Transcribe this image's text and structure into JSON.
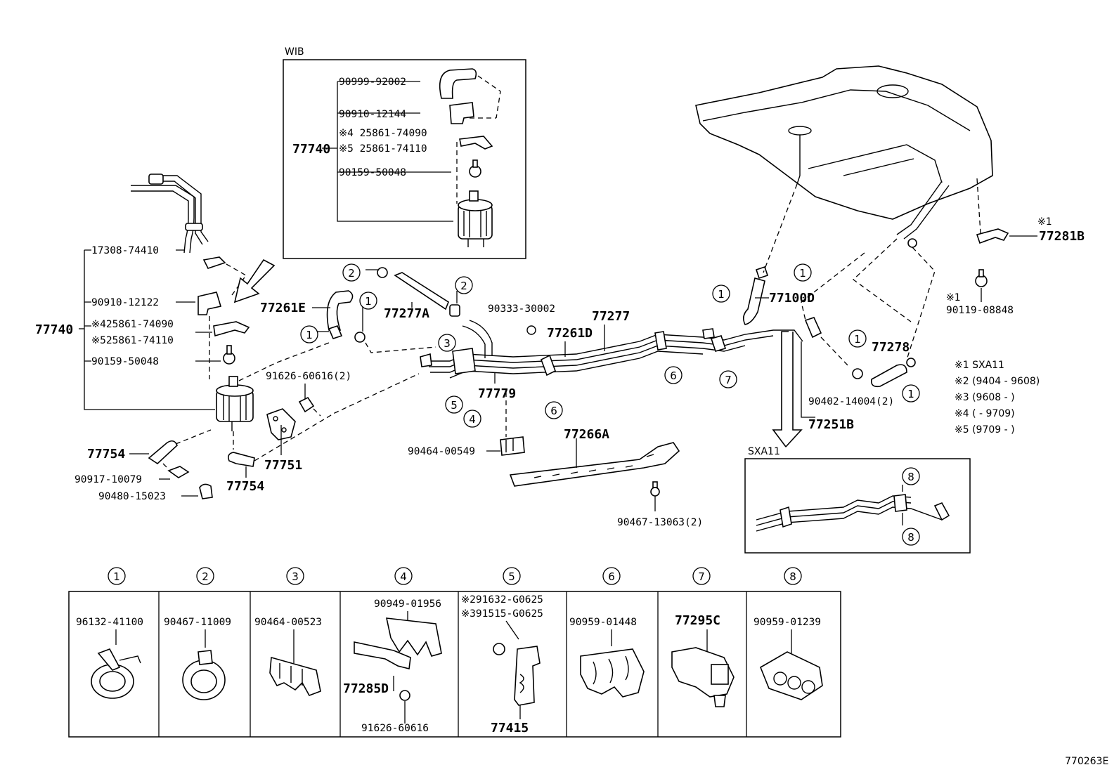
{
  "diagram_id": "770263E",
  "labels": {
    "wib": "WIB",
    "sxa11_box": "SXA11",
    "p_77740_left": "77740",
    "p_17308": "17308-74410",
    "p_90910_12122": "90910-12122",
    "p_25861_74090_l": "※425861-74090",
    "p_25861_74110_l": "※525861-74110",
    "p_90159_l": "90159-50048",
    "p_77261e": "77261E",
    "p_77754_a": "77754",
    "p_77754_b": "77754",
    "p_90917": "90917-10079",
    "p_90480": "90480-15023",
    "p_77751": "77751",
    "p_91626_2": "91626-60616(2)",
    "p_77740_wib": "77740",
    "p_90999": "90999-92002",
    "p_90910_12144": "90910-12144",
    "p_25861_74090_w": "※4 25861-74090",
    "p_25861_74110_w": "※5 25861-74110",
    "p_90159_w": "90159-50048",
    "p_77277a": "77277A",
    "p_90333": "90333-30002",
    "p_77277": "77277",
    "p_77261d": "77261D",
    "p_77779": "77779",
    "p_90464_00549": "90464-00549",
    "p_77266a": "77266A",
    "p_90467_13063": "90467-13063(2)",
    "p_77100d": "77100D",
    "p_77278": "77278",
    "p_90402": "90402-14004(2)",
    "p_77251b": "77251B",
    "p_77281b": "77281B",
    "p_x1_a": "※1",
    "p_x1_b": "※1",
    "p_90119": "90119-08848"
  },
  "legend": [
    "※1  SXA11",
    "※2 (9404 - 9608)",
    "※3 (9608 -      )",
    "※4 (       - 9709)",
    "※5 (9709 -      )"
  ],
  "callouts": [
    "①",
    "②",
    "③",
    "④",
    "⑤",
    "⑥",
    "⑦",
    "⑧"
  ],
  "bottom_table": [
    {
      "num": "①",
      "part": "96132-41100"
    },
    {
      "num": "②",
      "part": "90467-11009"
    },
    {
      "num": "③",
      "part": "90464-00523"
    },
    {
      "num": "④",
      "part": "90949-01956",
      "part2": "77285D",
      "part3": "91626-60616"
    },
    {
      "num": "⑤",
      "part": "※291632-G0625",
      "part2": "※391515-G0625",
      "part3": "77415"
    },
    {
      "num": "⑥",
      "part": "90959-01448"
    },
    {
      "num": "⑦",
      "part": "77295C"
    },
    {
      "num": "⑧",
      "part": "90959-01239"
    }
  ]
}
